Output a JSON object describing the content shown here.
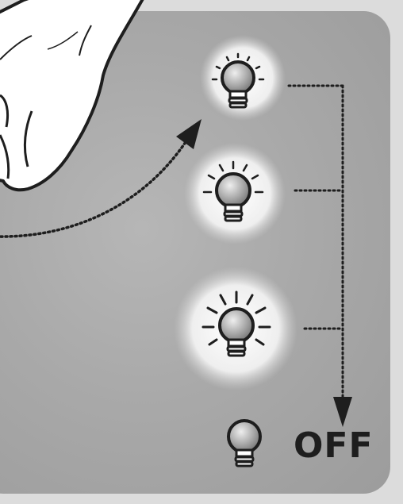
{
  "diagram": {
    "off_label": "OFF",
    "steps": [
      {
        "state": "dim",
        "brightness": 1
      },
      {
        "state": "medium",
        "brightness": 2
      },
      {
        "state": "bright",
        "brightness": 3
      },
      {
        "state": "off",
        "brightness": 0
      }
    ]
  },
  "colors": {
    "panel": "#a9a9a9",
    "glow": "#f4f4f4",
    "bulb_outline": "#1e1e1e",
    "bulb_glass": "#b5b5b5",
    "connector": "#1e1e1e"
  },
  "icons": {
    "hand": "hand-press-icon",
    "bulb": "light-bulb-icon",
    "arrow": "arrow-icon"
  }
}
